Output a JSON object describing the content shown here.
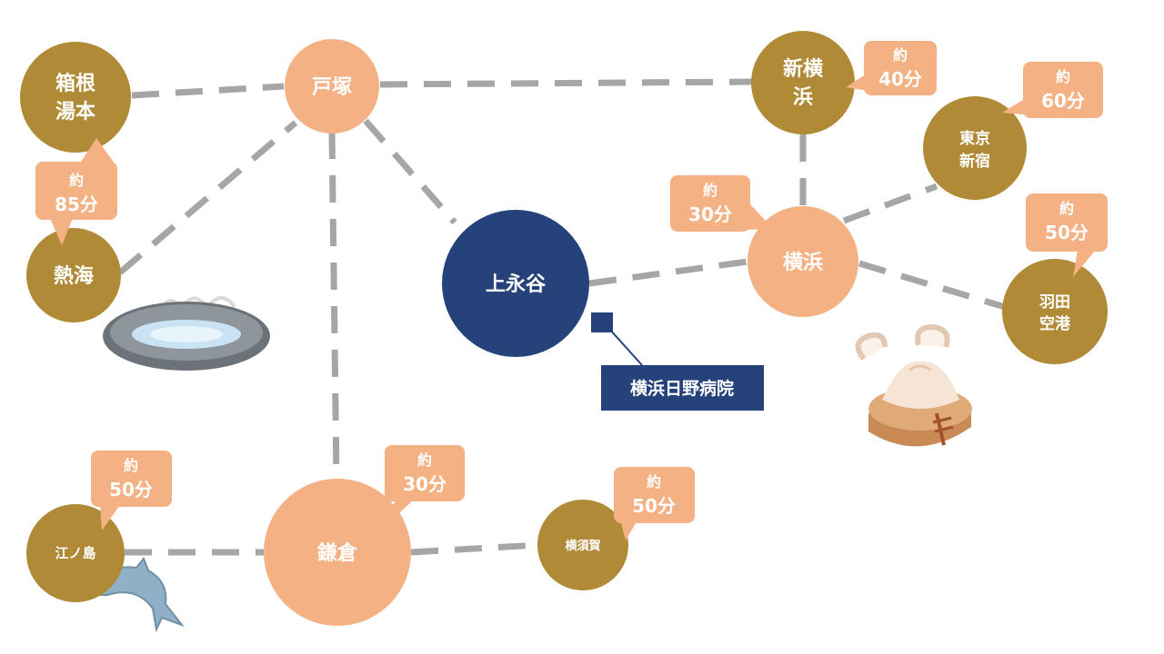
{
  "colors": {
    "hub": "#25427a",
    "peach": "#f4b183",
    "gold": "#b08a36",
    "callout": "#f4b183",
    "line": "#a6a6a6",
    "white": "#ffffff"
  },
  "nodes": {
    "kamienaya": "上永谷",
    "totsuka": "戸塚",
    "hakone_line1": "箱根",
    "hakone_line2": "湯本",
    "atami": "熱海",
    "shinyokohama_line1": "新横",
    "shinyokohama_line2": "浜",
    "tokyo_line1": "東京",
    "tokyo_line2": "新宿",
    "yokohama": "横浜",
    "haneda_line1": "羽田",
    "haneda_line2": "空港",
    "kamakura": "鎌倉",
    "enoshima": "江ノ島",
    "yokosuka": "横須賀"
  },
  "hospital_label": "横浜日野病院",
  "callouts": {
    "about": "約",
    "hakone_time": "85分",
    "shinyokohama_time": "40分",
    "tokyo_time": "60分",
    "yokohama_time": "30分",
    "haneda_time": "50分",
    "kamakura_time": "30分",
    "enoshima_time": "50分",
    "yokosuka_time": "50分"
  },
  "icons": [
    "hot-spring-icon",
    "xiaolongbao-icon",
    "dolphin-icon"
  ]
}
